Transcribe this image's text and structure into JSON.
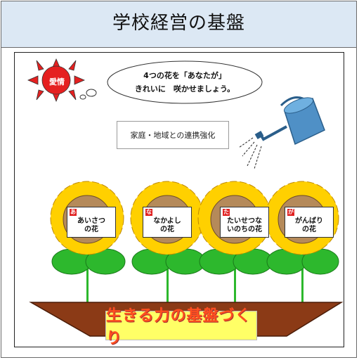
{
  "header": {
    "title": "学校経営の基盤"
  },
  "sun": {
    "label": "愛情"
  },
  "cloud": {
    "line1": "4つの花を「あなたが」",
    "line2": "きれいに　咲かせましょう。"
  },
  "tag": {
    "label": "家庭・地域との連携強化"
  },
  "flowers": [
    {
      "initial": "あ",
      "line1": "あいさつ",
      "line2": "の花"
    },
    {
      "initial": "な",
      "line1": "なかよし",
      "line2": "の花"
    },
    {
      "initial": "た",
      "line1": "たいせつな",
      "line2": "いのちの花"
    },
    {
      "initial": "が",
      "line1": "がんばり",
      "line2": "の花"
    }
  ],
  "banner": {
    "label": "生きる力の基盤づくり"
  },
  "colors": {
    "header_bg": "#dce8f4",
    "sun": "#e52020",
    "petal": "#ffd000",
    "leaf": "#2db82d",
    "pot": "#8b3a16",
    "banner_bg": "#ffff66",
    "banner_text": "#ff4f1f",
    "can": "#4f90c6"
  }
}
